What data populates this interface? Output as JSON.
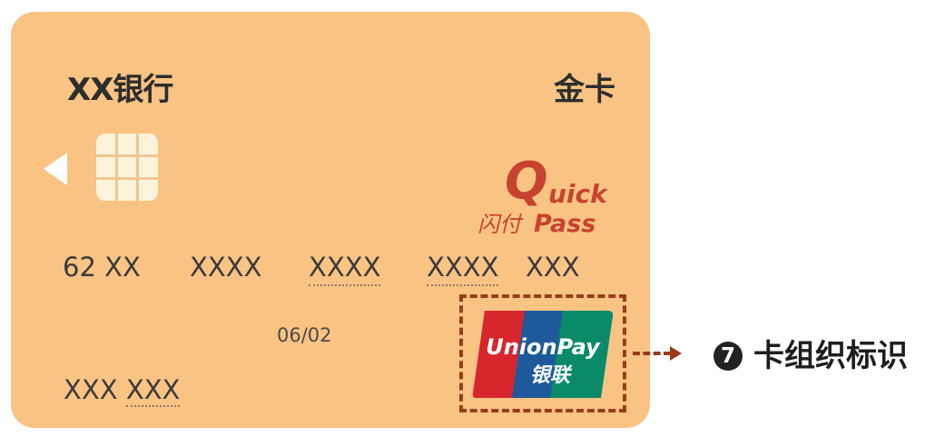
{
  "card": {
    "bank_name": "XX银行",
    "card_level": "金卡",
    "number_groups": [
      "62 XX",
      "XXXX",
      "XXXX",
      "XXXX",
      "XXX"
    ],
    "expiry": "06/02",
    "holder_first": "XXX",
    "holder_last": "XXX",
    "background_color": "#f8c383"
  },
  "quickpass": {
    "q": "Q",
    "uick": "uick",
    "cn": "闪付",
    "pass": "Pass",
    "color": "#c8432f"
  },
  "unionpay": {
    "en": "UnionPay",
    "cn": "银联",
    "colors": [
      "#d7262e",
      "#1e5a9b",
      "#0b8a6a"
    ]
  },
  "callout": {
    "number": "7",
    "label": "卡组织标识",
    "line_color": "#9a3b1c"
  }
}
